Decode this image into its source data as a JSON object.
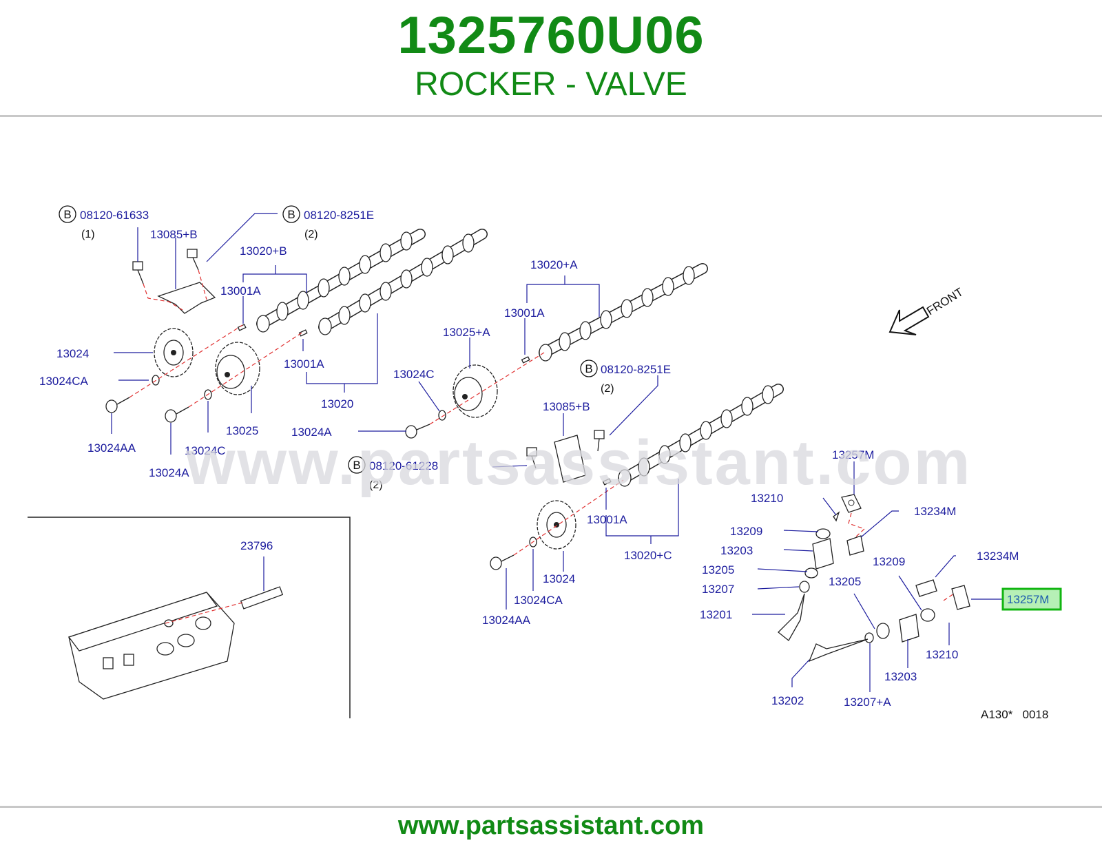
{
  "header": {
    "part_number": "1325760U06",
    "part_name": "ROCKER - VALVE"
  },
  "watermark": "www.partsassistant.com",
  "footer": {
    "url": "www.partsassistant.com"
  },
  "diagram": {
    "front_label": "FRONT",
    "reference_code": "A130*   0018",
    "highlighted_part": "13257M",
    "bolt_badge": "B",
    "callouts": {
      "c1": "08120-61633",
      "c1q": "(1)",
      "c2": "13085+B",
      "c3": "08120-8251E",
      "c3q": "(2)",
      "c4": "13020+B",
      "c5": "13001A",
      "c6": "13024",
      "c7": "13024CA",
      "c8": "13024AA",
      "c9": "13024A",
      "c10": "13024C",
      "c11": "13025",
      "c12": "13001A",
      "c13": "13020",
      "c14": "13020+A",
      "c15": "13001A",
      "c16": "13025+A",
      "c17": "13024C",
      "c18": "13024A",
      "c19": "08120-8251E",
      "c19q": "(2)",
      "c20": "13085+B",
      "c21": "08120-61228",
      "c21q": "(2)",
      "c22": "13001A",
      "c23": "13020+C",
      "c24": "13024",
      "c25": "13024CA",
      "c26": "13024AA",
      "c27": "23796",
      "c28": "13257M",
      "c29": "13210",
      "c30": "13234M",
      "c31": "13209",
      "c32": "13203",
      "c33": "13205",
      "c34": "13207",
      "c35": "13201",
      "c36": "13234M",
      "c37": "13209",
      "c38": "13205",
      "c39": "13210",
      "c40": "13203",
      "c41": "13202",
      "c42": "13207+A",
      "c43": "13257M"
    }
  }
}
